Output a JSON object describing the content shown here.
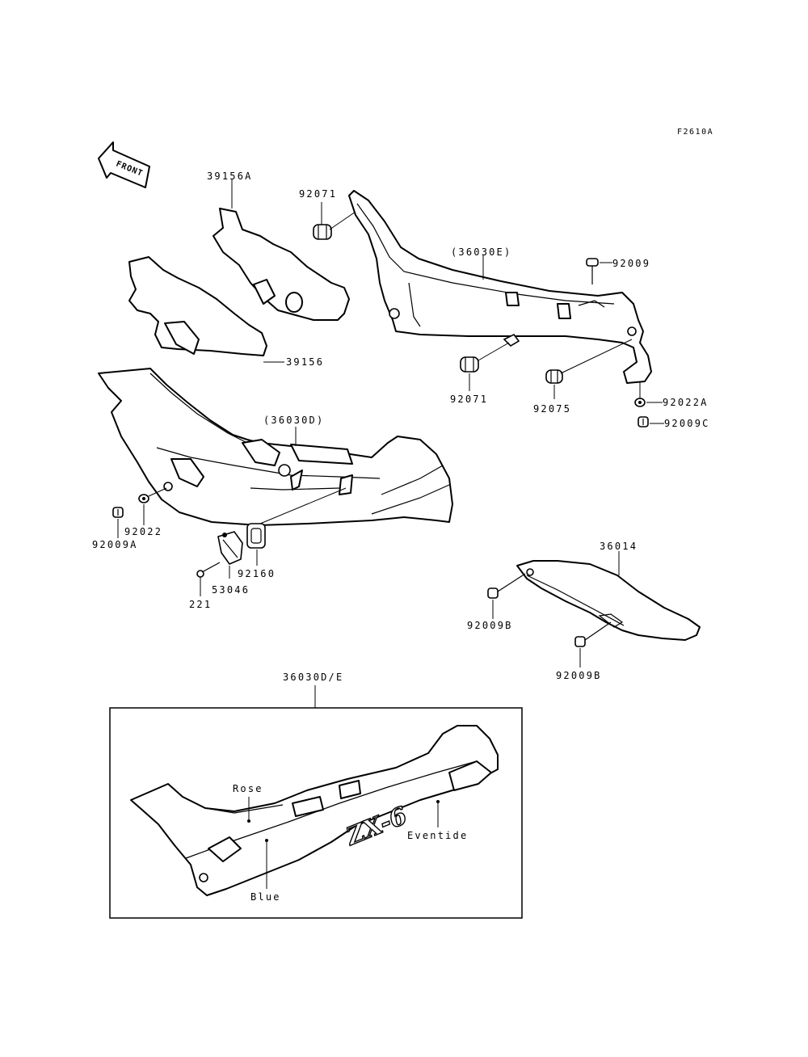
{
  "figure_code": "F2610A",
  "front_arrow_label": "FRONT",
  "parts": {
    "p39156A": "39156A",
    "p39156": "39156",
    "p92071_top": "92071",
    "p36030E": "(36030E)",
    "p92009": "92009",
    "p92071_bottom": "92071",
    "p92075": "92075",
    "p92022A": "92022A",
    "p92009C": "92009C",
    "p36030D": "(36030D)",
    "p92022": "92022",
    "p92009A": "92009A",
    "p92160": "92160",
    "p53046": "53046",
    "p221": "221",
    "p36014": "36014",
    "p92009B_1": "92009B",
    "p92009B_2": "92009B"
  },
  "inset": {
    "title": "36030D/E",
    "color_rose": "Rose",
    "color_blue": "Blue",
    "color_eventide": "Eventide",
    "decal_text": "ZX-6"
  }
}
